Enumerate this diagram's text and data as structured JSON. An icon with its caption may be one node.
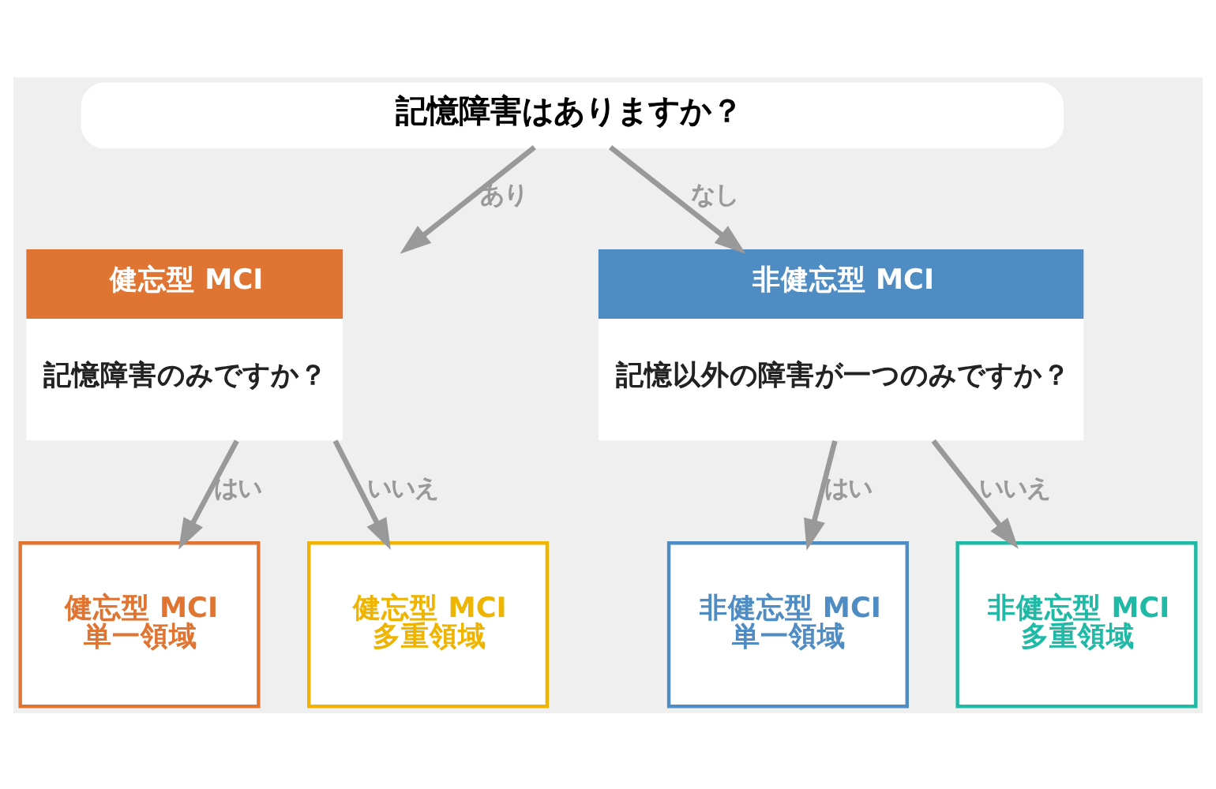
{
  "diagram": {
    "nodes": [
      {
        "text": [
          "記憶障害はありますか？"
        ]
      },
      {
        "text": [
          "健忘型 MCI",
          "記憶障害のみですか？"
        ]
      },
      {
        "text": [
          "非健忘型 MCI",
          "記憶以外の障害が一つのみですか？"
        ]
      },
      {
        "text": [
          "健忘型 MCI",
          "単一領域"
        ]
      },
      {
        "text": [
          "健忘型 MCI",
          "多重領域"
        ]
      },
      {
        "text": [
          "非健忘型 MCI",
          "単一領域"
        ]
      },
      {
        "text": [
          "非健忘型 MCI",
          "多重領域"
        ]
      }
    ],
    "edges": [
      {
        "from": 0,
        "to": 1,
        "arrow": "to",
        "label": "あり"
      },
      {
        "from": 0,
        "to": 2,
        "arrow": "to",
        "label": "なし"
      },
      {
        "from": 1,
        "to": 3,
        "arrow": "to",
        "label": "はい"
      },
      {
        "from": 1,
        "to": 4,
        "arrow": "to",
        "label": "いいえ"
      },
      {
        "from": 2,
        "to": 5,
        "arrow": "to",
        "label": "はい"
      },
      {
        "from": 2,
        "to": 6,
        "arrow": "to",
        "label": "いいえ"
      }
    ]
  }
}
